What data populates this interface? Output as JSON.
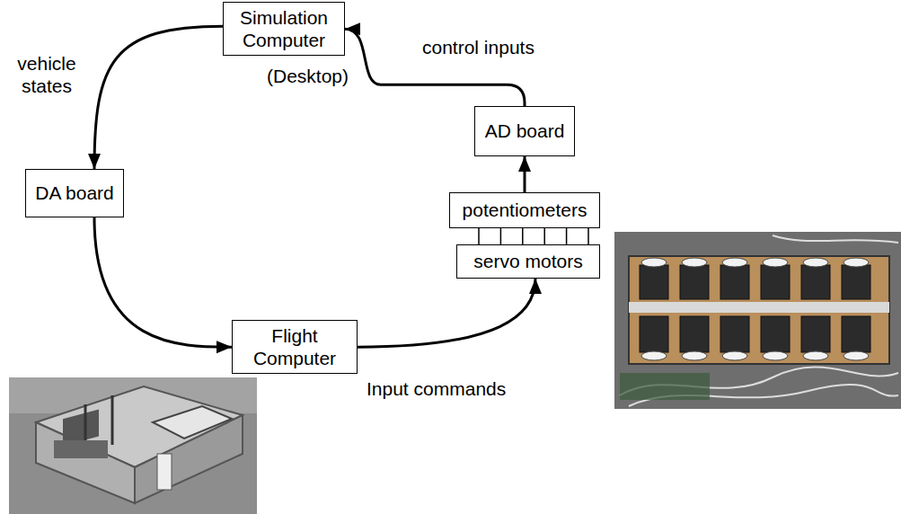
{
  "diagram": {
    "nodes": [
      {
        "text": [
          "Simulation Computer"
        ]
      },
      {
        "text": [
          "AD board"
        ]
      },
      {
        "text": [
          "DA board"
        ]
      },
      {
        "text": [
          "potentiometers"
        ]
      },
      {
        "text": [
          "servo motors"
        ]
      },
      {
        "text": [
          "Flight Computer"
        ]
      }
    ],
    "edges": [
      {
        "from": 0,
        "to": 2,
        "arrow": "to",
        "label": "vehicle states"
      },
      {
        "from": 2,
        "to": 5,
        "arrow": "to"
      },
      {
        "from": 5,
        "to": 4,
        "arrow": "to",
        "label": "Input commands"
      },
      {
        "from": 3,
        "to": 1,
        "arrow": "to"
      },
      {
        "from": 1,
        "to": 0,
        "arrow": "to",
        "label": "control inputs"
      },
      {
        "from": 3,
        "to": 4,
        "arrow": "none"
      }
    ],
    "labels": [
      "(Desktop)"
    ]
  }
}
